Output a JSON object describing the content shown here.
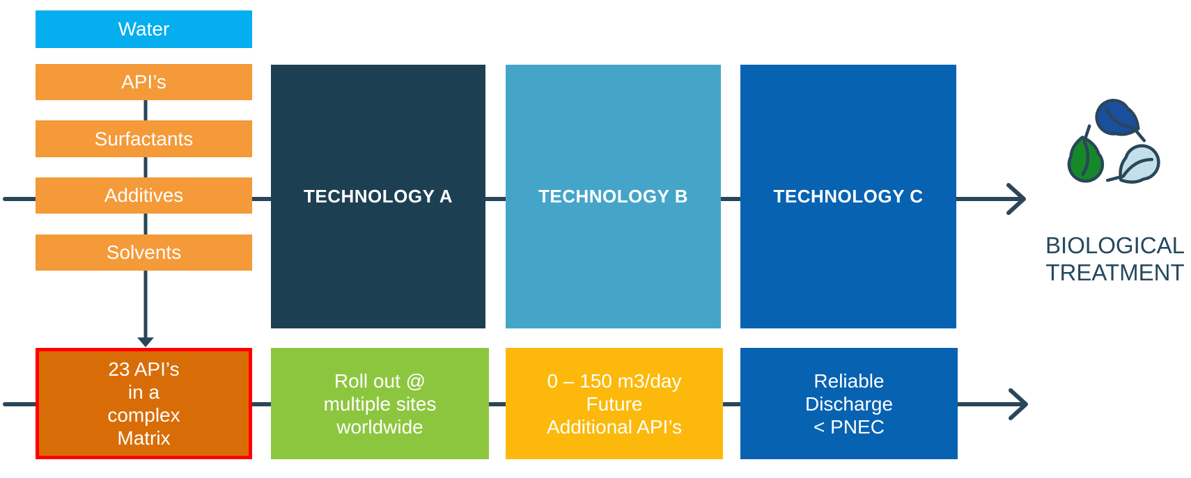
{
  "palette": {
    "cyan": "#04AEEF",
    "orange": "#F49A38",
    "dark_orange": "#D86D08",
    "red_border": "#FF0000",
    "navy_box": "#1C4052",
    "mid_blue_box": "#45A5C9",
    "blue_box": "#0762B2",
    "green_box": "#8CC63F",
    "yellow_box": "#FCB90B",
    "flow_line": "#2A4659",
    "label_text": "#24485C",
    "leaf_blue": "#1A4F9D",
    "leaf_green": "#16882A",
    "leaf_light_blue": "#C3DFEB"
  },
  "inputs": {
    "items": [
      {
        "label": "Water"
      },
      {
        "label": "API’s"
      },
      {
        "label": "Surfactants"
      },
      {
        "label": "Additives"
      },
      {
        "label": "Solvents"
      }
    ],
    "matrix_box": {
      "lines": [
        "23 API’s",
        "in a",
        "complex",
        "Matrix"
      ]
    }
  },
  "technologies": [
    {
      "label": "TECHNOLOGY A",
      "note_lines": [
        "Roll out @",
        "multiple sites",
        "worldwide"
      ]
    },
    {
      "label": "TECHNOLOGY B",
      "note_lines": [
        "0 – 150 m3/day",
        "Future",
        "Additional API’s"
      ]
    },
    {
      "label": "TECHNOLOGY C",
      "note_lines": [
        "Reliable",
        "Discharge",
        "< PNEC"
      ]
    }
  ],
  "output": {
    "label_lines": [
      "BIOLOGICAL",
      "TREATMENT"
    ],
    "icon": "leaf-trio-icon"
  }
}
